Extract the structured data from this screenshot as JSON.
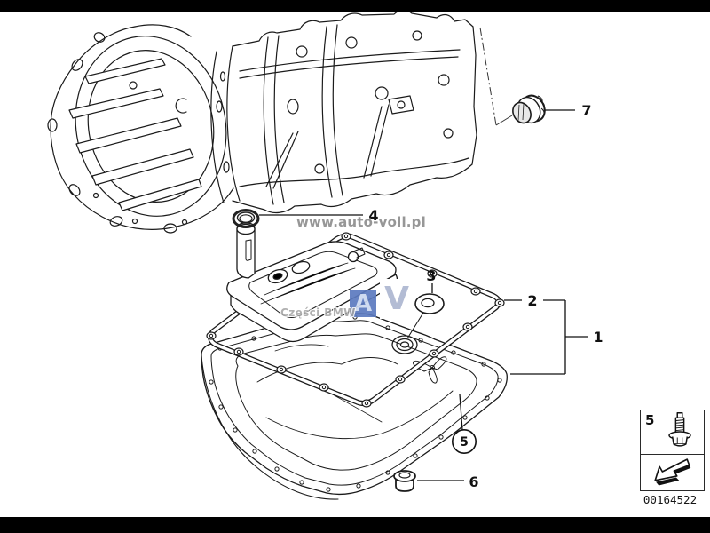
{
  "part_number": "00164522",
  "callouts": {
    "c1": "1",
    "c2": "2",
    "c3": "3",
    "c4": "4",
    "c5": "5",
    "c6": "6",
    "c7": "7"
  },
  "legend": {
    "number": "5",
    "screw_icon": "hex-flange-screw-icon",
    "direction_icon": "install-direction-arrow-icon"
  },
  "watermarks": {
    "url": "www.auto-voll.pl",
    "brand": "Części BMW",
    "logo_a": "A",
    "logo_v": "V"
  },
  "colors": {
    "line": "#1b1b1b",
    "label": "#111111",
    "watermark_gray": "#8f8f8f",
    "logo_blue": "#5c7abf",
    "logo_a_letter": "#ccd8f0",
    "logo_v_letter": "#b3bcd4",
    "bar_black": "#000000",
    "background": "#ffffff"
  }
}
